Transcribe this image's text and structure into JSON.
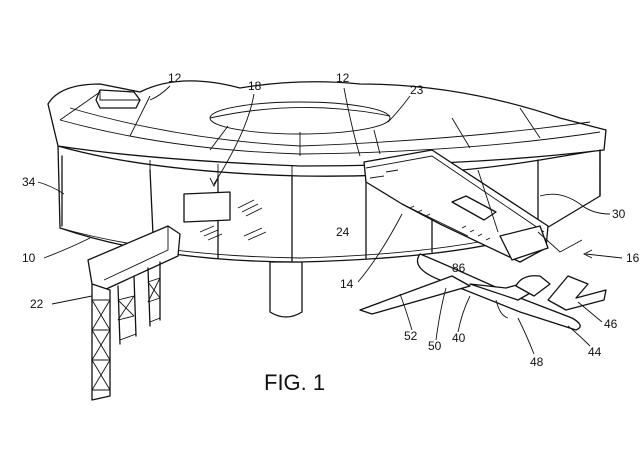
{
  "figure_title": "FIG. 1",
  "reference_numerals": {
    "n10": "10",
    "n12a": "12",
    "n12b": "12",
    "n14": "14",
    "n16": "16",
    "n18": "18",
    "n22": "22",
    "n23": "23",
    "n24": "24",
    "n30": "30",
    "n34": "34",
    "n40": "40",
    "n44": "44",
    "n46": "46",
    "n48": "48",
    "n50": "50",
    "n52": "52",
    "n86": "86"
  }
}
